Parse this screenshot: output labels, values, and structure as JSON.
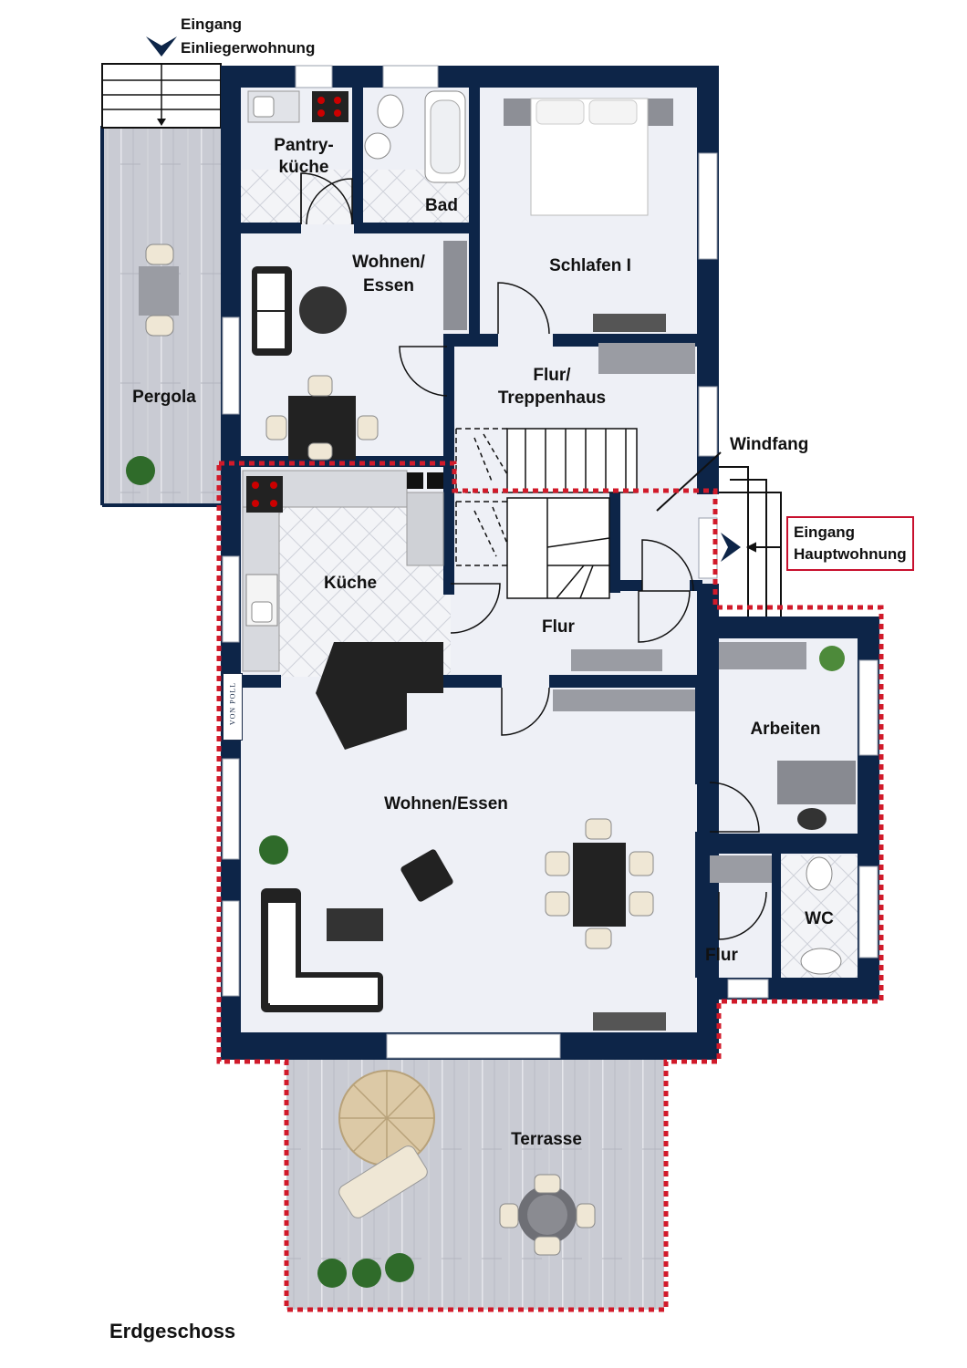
{
  "floor": {
    "title": "Erdgeschoss"
  },
  "rooms": {
    "pantry_kitchen_line1": "Pantry-",
    "pantry_kitchen_line2": "küche",
    "bath": "Bad",
    "bedroom": "Schlafen I",
    "living_upper_line1": "Wohnen/",
    "living_upper_line2": "Essen",
    "hall_stairs_line1": "Flur/",
    "hall_stairs_line2": "Treppenhaus",
    "pergola": "Pergola",
    "kitchen": "Küche",
    "hall": "Flur",
    "vestibule": "Windfang",
    "work": "Arbeiten",
    "living_main": "Wohnen/Essen",
    "wc": "WC",
    "hall_small": "Flur",
    "terrace": "Terrasse"
  },
  "entrances": {
    "granny_line1": "Eingang",
    "granny_line2": "Einliegerwohnung",
    "main_line1": "Eingang",
    "main_line2": "Hauptwohnung"
  },
  "logo": {
    "text": "VON POLL"
  },
  "colors": {
    "wall": "#0d2548",
    "floor": "#eef0f6",
    "deck": "#c9cbd3",
    "highlight": "#d11a2a",
    "tile": "#f4f5f8"
  }
}
